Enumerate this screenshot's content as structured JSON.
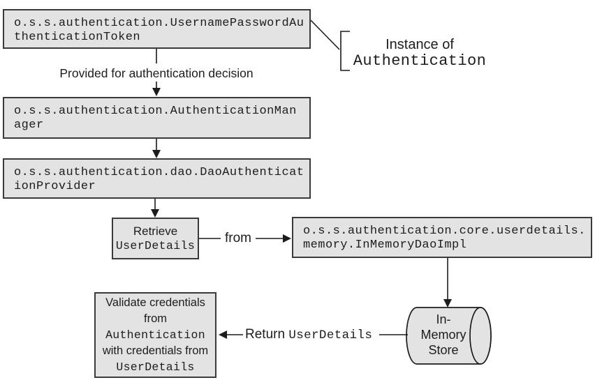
{
  "colors": {
    "background": "#ffffff",
    "box_fill": "#e3e3e3",
    "box_border": "#3a3a3a",
    "line": "#1c1c1c",
    "text": "#1d1d1d"
  },
  "boxes": {
    "token": {
      "line1": "o.s.s.authentication.UsernamePasswordAu",
      "line2": "thenticationToken"
    },
    "manager": {
      "line1": "o.s.s.authentication.AuthenticationMan",
      "line2": "ager"
    },
    "dao_provider": {
      "line1": "o.s.s.authentication.dao.DaoAuthenticat",
      "line2": "ionProvider"
    },
    "retrieve": {
      "line1": "Retrieve",
      "line2": "UserDetails"
    },
    "in_memory_dao": {
      "line1": "o.s.s.authentication.core.userdetails.",
      "line2": "memory.InMemoryDaoImpl"
    },
    "validate": {
      "line1": "Validate credentials",
      "line2": "from",
      "line3": "Authentication",
      "line4": "with credentials from",
      "line5": "UserDetails"
    }
  },
  "annotations": {
    "instance_of": {
      "line1": "Instance of",
      "line2": "Authentication"
    }
  },
  "edge_labels": {
    "provided": "Provided for authentication decision",
    "from": "from",
    "return_prefix": "Return",
    "return_code": "UserDetails"
  },
  "cylinder": {
    "line1": "In-",
    "line2": "Memory",
    "line3": "Store"
  }
}
